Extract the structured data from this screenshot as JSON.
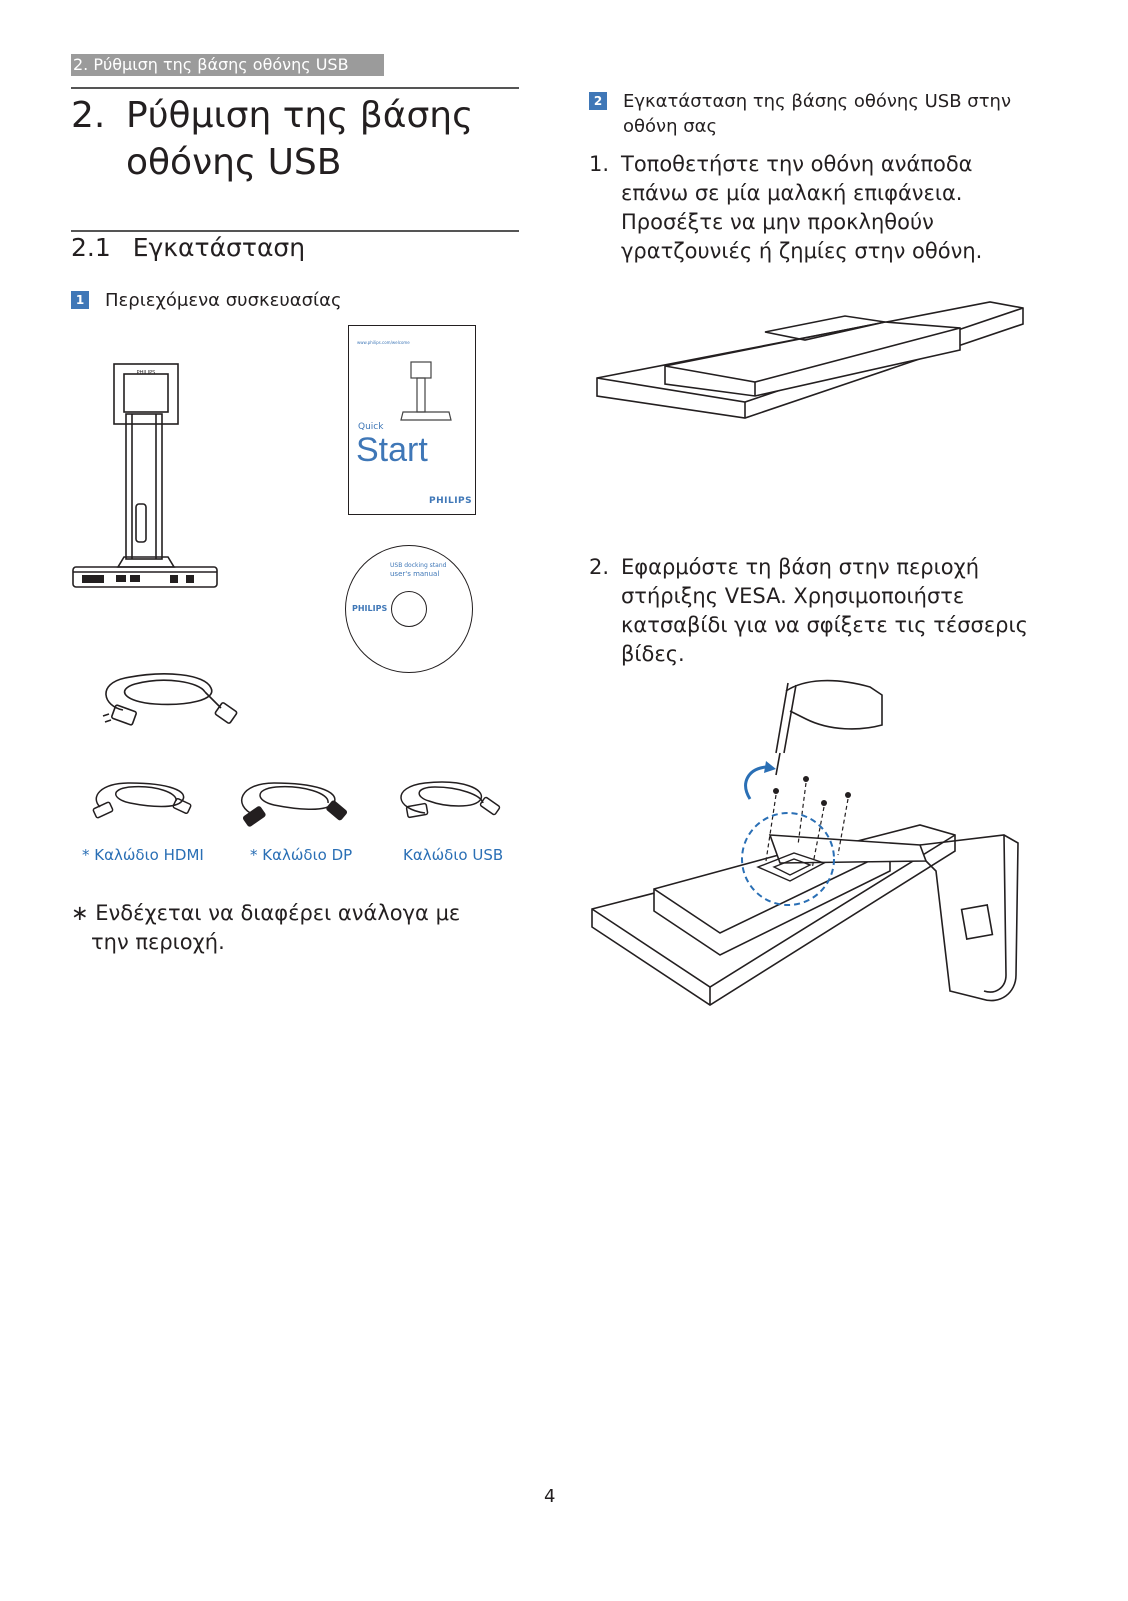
{
  "header": {
    "tab": "2. Ρύθμιση της βάσης οθόνης USB"
  },
  "section": {
    "number": "2.",
    "title": "Ρύθμιση της βάσης οθόνης USB"
  },
  "subsection": {
    "number": "2.1",
    "title": "Εγκατάσταση"
  },
  "step1": {
    "badge": "1",
    "label": "Περιεχόμενα συσκευασίας"
  },
  "package": {
    "quick_start": {
      "url": "www.philips.com/welcome",
      "quick": "Quick",
      "start": "Start",
      "brand": "PHILIPS"
    },
    "cd": {
      "line1": "USB docking stand",
      "line2": "user's manual",
      "brand": "PHILIPS"
    },
    "cables": [
      {
        "label": "* Καλώδιο HDMI"
      },
      {
        "label": "* Καλώδιο DP"
      },
      {
        "label": "Καλώδιο USB"
      }
    ]
  },
  "note": "∗ Ενδέχεται να διαφέρει ανάλογα με την περιοχή.",
  "step2": {
    "badge": "2",
    "label": "Εγκατάσταση της βάσης οθόνης USB στην οθόνη σας"
  },
  "instructions": [
    {
      "num": "1.",
      "text": "Τοποθετήστε την οθόνη ανάποδα επάνω σε μία μαλακή επιφάνεια. Προσέξτε να μην προκληθούν γρατζουνιές ή ζημίες στην οθόνη."
    },
    {
      "num": "2.",
      "text": "Εφαρμόστε τη βάση στην περιοχή στήριξης VESA. Χρησιμοποιήστε κατσαβίδι για να σφίξετε τις τέσσερις βίδες."
    }
  ],
  "page_number": "4"
}
